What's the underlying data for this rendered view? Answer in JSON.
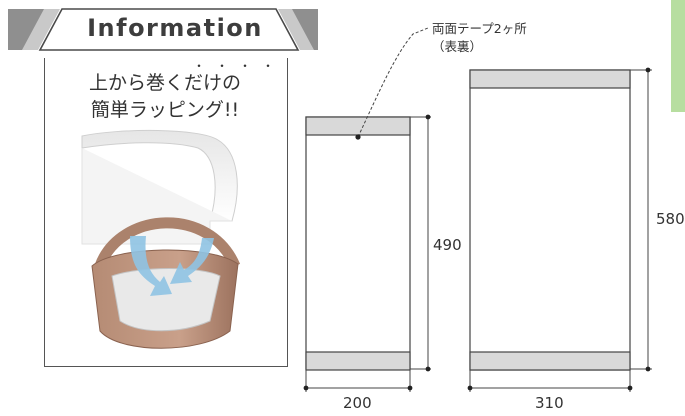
{
  "banner": {
    "title": "Information"
  },
  "headline": {
    "emphasis_dots": "・・・・",
    "line1": "上から巻くだけの",
    "line2": "簡単ラッピング!!"
  },
  "illustration": {
    "icon": "wrapped-basket-illustration"
  },
  "diagram": {
    "tape_note_line1": "両面テープ2ヶ所",
    "tape_note_line2": "（表裏）",
    "small_sheet": {
      "width": "200",
      "height": "490"
    },
    "large_sheet": {
      "width": "310",
      "height": "580"
    }
  },
  "colors": {
    "tab_green": "#b7dea0",
    "tape_gray": "#d9d9d9",
    "basket_brown": "#b48870"
  }
}
